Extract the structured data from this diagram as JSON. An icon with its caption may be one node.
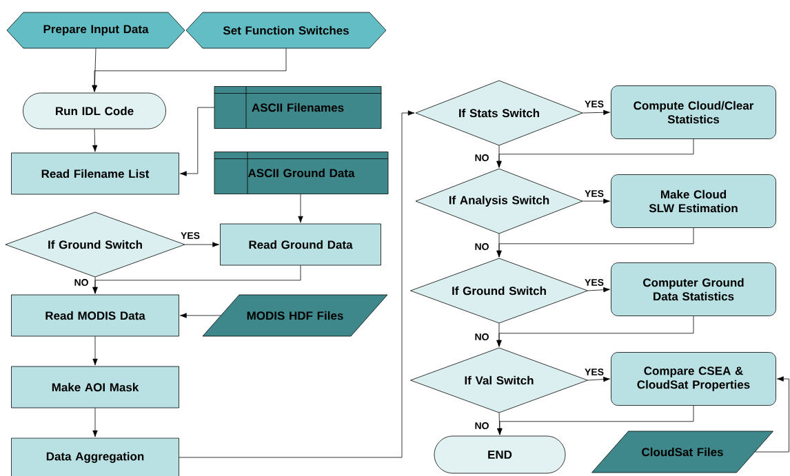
{
  "diagram": {
    "nodes": [
      {
        "text": [
          "Prepare Input Data"
        ]
      },
      {
        "text": [
          "Set Function Switches"
        ]
      },
      {
        "text": [
          "Run IDL Code"
        ]
      },
      {
        "text": [
          "ASCII Filenames"
        ]
      },
      {
        "text": [
          "Read Filename List"
        ]
      },
      {
        "text": [
          "ASCII Ground Data"
        ]
      },
      {
        "text": [
          "If Ground Switch"
        ]
      },
      {
        "text": [
          "Read Ground Data"
        ]
      },
      {
        "text": [
          "Read MODIS Data"
        ]
      },
      {
        "text": [
          "MODIS HDF Files"
        ]
      },
      {
        "text": [
          "Make AOI Mask"
        ]
      },
      {
        "text": [
          "Data Aggregation"
        ]
      },
      {
        "text": [
          "If Stats Switch"
        ]
      },
      {
        "text": [
          "Compute Cloud/Clear Statistics"
        ]
      },
      {
        "text": [
          "If Analysis Switch"
        ]
      },
      {
        "text": [
          "Make Cloud SLW Estimation"
        ]
      },
      {
        "text": [
          "If Ground Switch"
        ]
      },
      {
        "text": [
          "Computer Ground Data Statistics"
        ]
      },
      {
        "text": [
          "If Val Switch"
        ]
      },
      {
        "text": [
          "Compare CSEA & CloudSat Properties"
        ]
      },
      {
        "text": [
          "END"
        ]
      },
      {
        "text": [
          "CloudSat Files"
        ]
      }
    ],
    "edges": [
      {
        "from": 0,
        "to": 2,
        "arrow": "to"
      },
      {
        "from": 1,
        "to": 2,
        "arrow": "to"
      },
      {
        "from": 2,
        "to": 4,
        "arrow": "to"
      },
      {
        "from": 3,
        "to": 4,
        "arrow": "to"
      },
      {
        "from": 5,
        "to": 7,
        "arrow": "to"
      },
      {
        "from": 6,
        "to": 7,
        "arrow": "to",
        "label": "YES"
      },
      {
        "from": 6,
        "to": 8,
        "arrow": "to",
        "label": "NO"
      },
      {
        "from": 7,
        "to": 8,
        "arrow": "to"
      },
      {
        "from": 9,
        "to": 8,
        "arrow": "to"
      },
      {
        "from": 8,
        "to": 10,
        "arrow": "to"
      },
      {
        "from": 10,
        "to": 11,
        "arrow": "to"
      },
      {
        "from": 11,
        "to": 12,
        "arrow": "to"
      },
      {
        "from": 12,
        "to": 13,
        "arrow": "to",
        "label": "YES"
      },
      {
        "from": 12,
        "to": 14,
        "arrow": "to",
        "label": "NO"
      },
      {
        "from": 13,
        "to": 14,
        "arrow": "to"
      },
      {
        "from": 14,
        "to": 15,
        "arrow": "to",
        "label": "YES"
      },
      {
        "from": 14,
        "to": 16,
        "arrow": "to",
        "label": "NO"
      },
      {
        "from": 15,
        "to": 16,
        "arrow": "to"
      },
      {
        "from": 16,
        "to": 17,
        "arrow": "to",
        "label": "YES"
      },
      {
        "from": 16,
        "to": 18,
        "arrow": "to",
        "label": "NO"
      },
      {
        "from": 17,
        "to": 18,
        "arrow": "to"
      },
      {
        "from": 18,
        "to": 19,
        "arrow": "to",
        "label": "YES"
      },
      {
        "from": 18,
        "to": 20,
        "arrow": "to",
        "label": "NO"
      },
      {
        "from": 19,
        "to": 20,
        "arrow": "to"
      },
      {
        "from": 21,
        "to": 19,
        "arrow": "to"
      }
    ]
  }
}
